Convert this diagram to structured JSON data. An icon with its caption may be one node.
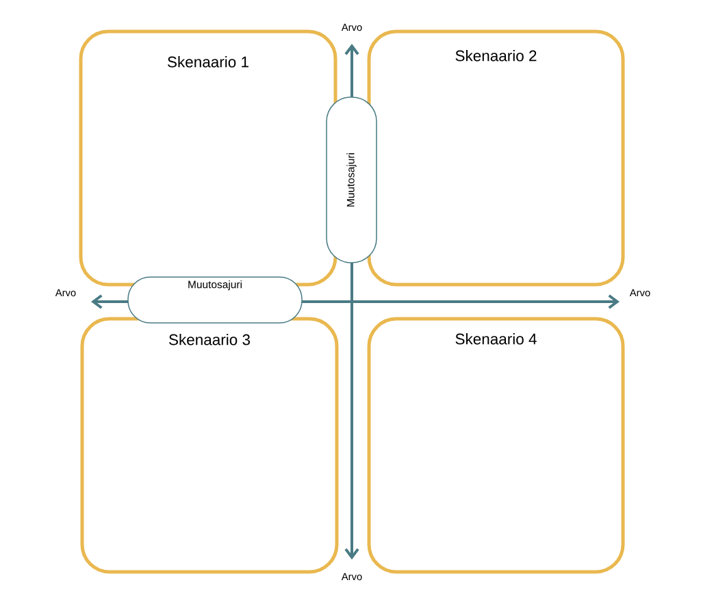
{
  "diagram": {
    "nodes": [
      {
        "text": [
          "Skenaario 1"
        ]
      },
      {
        "text": [
          "Skenaario 2"
        ]
      },
      {
        "text": [
          "Skenaario 3"
        ]
      },
      {
        "text": [
          "Skenaario 4"
        ]
      },
      {
        "text": [
          "Muutosajuri"
        ]
      },
      {
        "text": [
          "Muutosajuri"
        ]
      }
    ],
    "labels": [
      "Arvo",
      "Arvo",
      "Arvo",
      "Arvo"
    ]
  }
}
